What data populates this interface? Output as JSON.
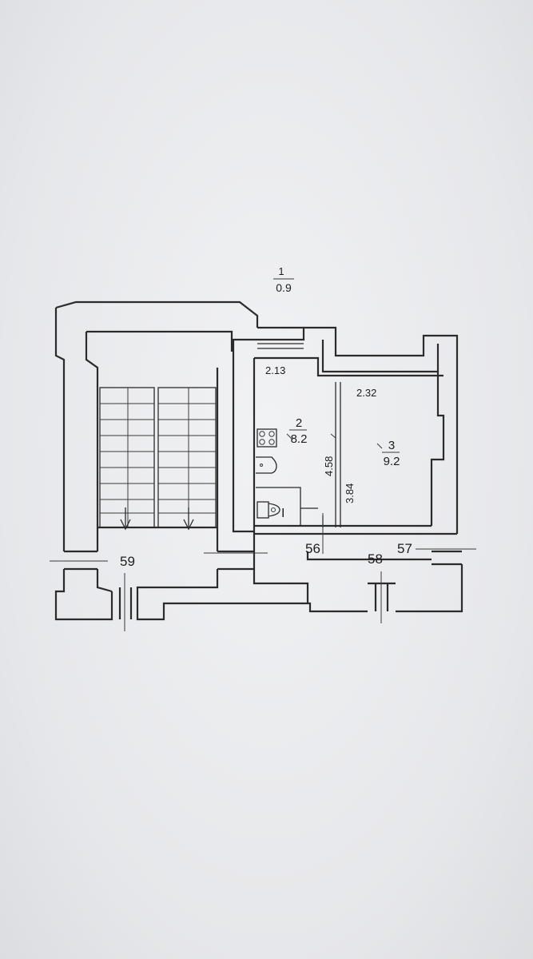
{
  "plan": {
    "top_label": {
      "number": "1",
      "value": "0.9"
    },
    "rooms": [
      {
        "number": "2",
        "area": "8.2"
      },
      {
        "number": "3",
        "area": "9.2"
      }
    ],
    "dimensions": [
      "2.13",
      "2.32",
      "4.58",
      "3.84"
    ],
    "unit_numbers": [
      "59",
      "56",
      "58",
      "57"
    ],
    "fixture_mark": "I"
  }
}
